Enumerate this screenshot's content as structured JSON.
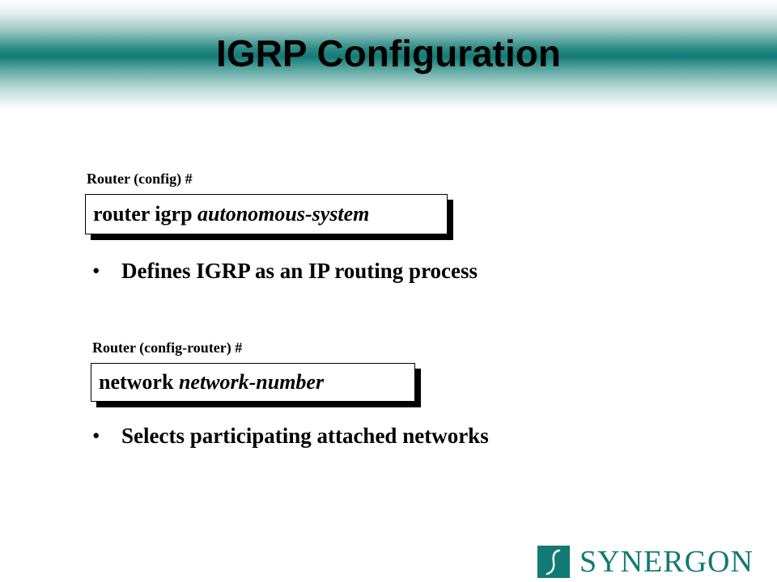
{
  "title": "IGRP Configuration",
  "section1": {
    "prompt": "Router (config) #",
    "command_keyword": "router igrp",
    "command_argument": "autonomous-system",
    "bullet": "Defines IGRP as an IP routing process"
  },
  "section2": {
    "prompt": "Router (config-router) #",
    "command_keyword": "network",
    "command_argument": "network-number",
    "bullet": "Selects participating attached networks"
  },
  "bullet_symbol": "•",
  "logo": {
    "text": "SYNERGON",
    "color": "#127a74"
  },
  "colors": {
    "header_band": "#137b76"
  }
}
